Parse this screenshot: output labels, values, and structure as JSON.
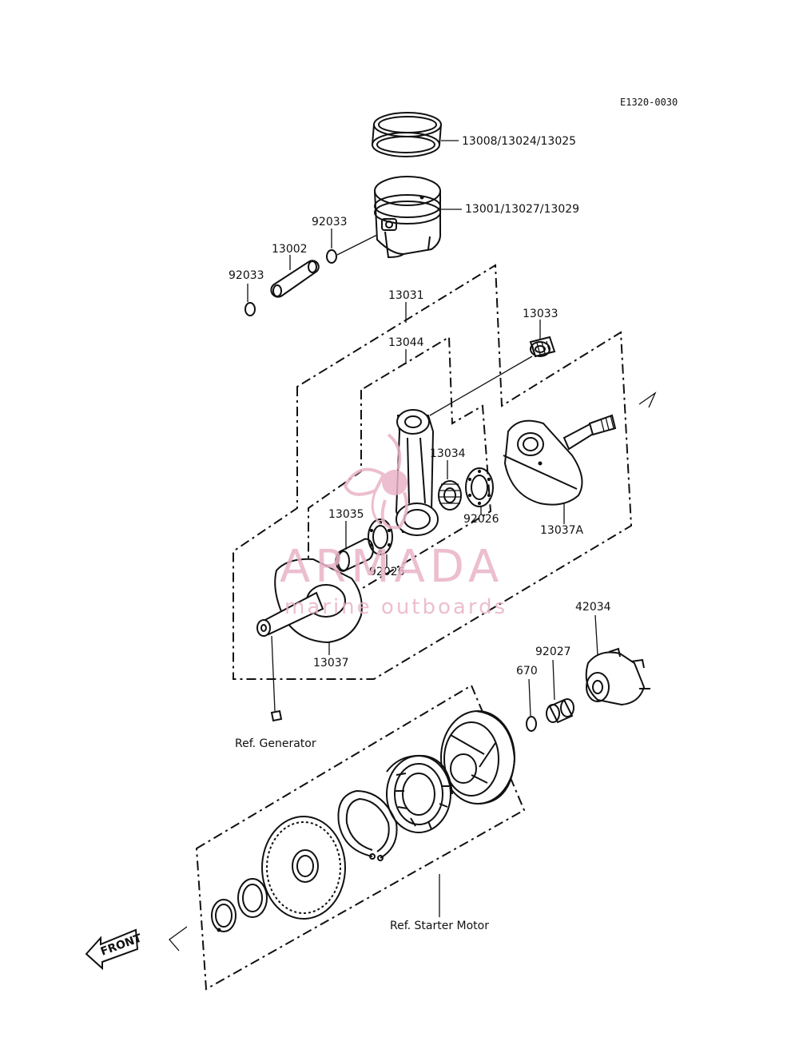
{
  "diagram_code": "E1320-0030",
  "parts": {
    "p13008": "13008/13024/13025",
    "p13001": "13001/13027/13029",
    "p92033_a": "92033",
    "p13002": "13002",
    "p92033_b": "92033",
    "p13031": "13031",
    "p13033": "13033",
    "p13044": "13044",
    "p13034": "13034",
    "p92026_a": "92026",
    "p13035": "13035",
    "p92026_b": "92026",
    "p13037A": "13037A",
    "p13037": "13037",
    "p42034": "42034",
    "p92027": "92027",
    "p670": "670"
  },
  "references": {
    "generator": "Ref. Generator",
    "starter_motor": "Ref. Starter Motor"
  },
  "front_arrow": "FRONT",
  "watermark": {
    "brand": "ARMADA",
    "tagline": "marine outboards",
    "color": "#e9b3c7"
  }
}
